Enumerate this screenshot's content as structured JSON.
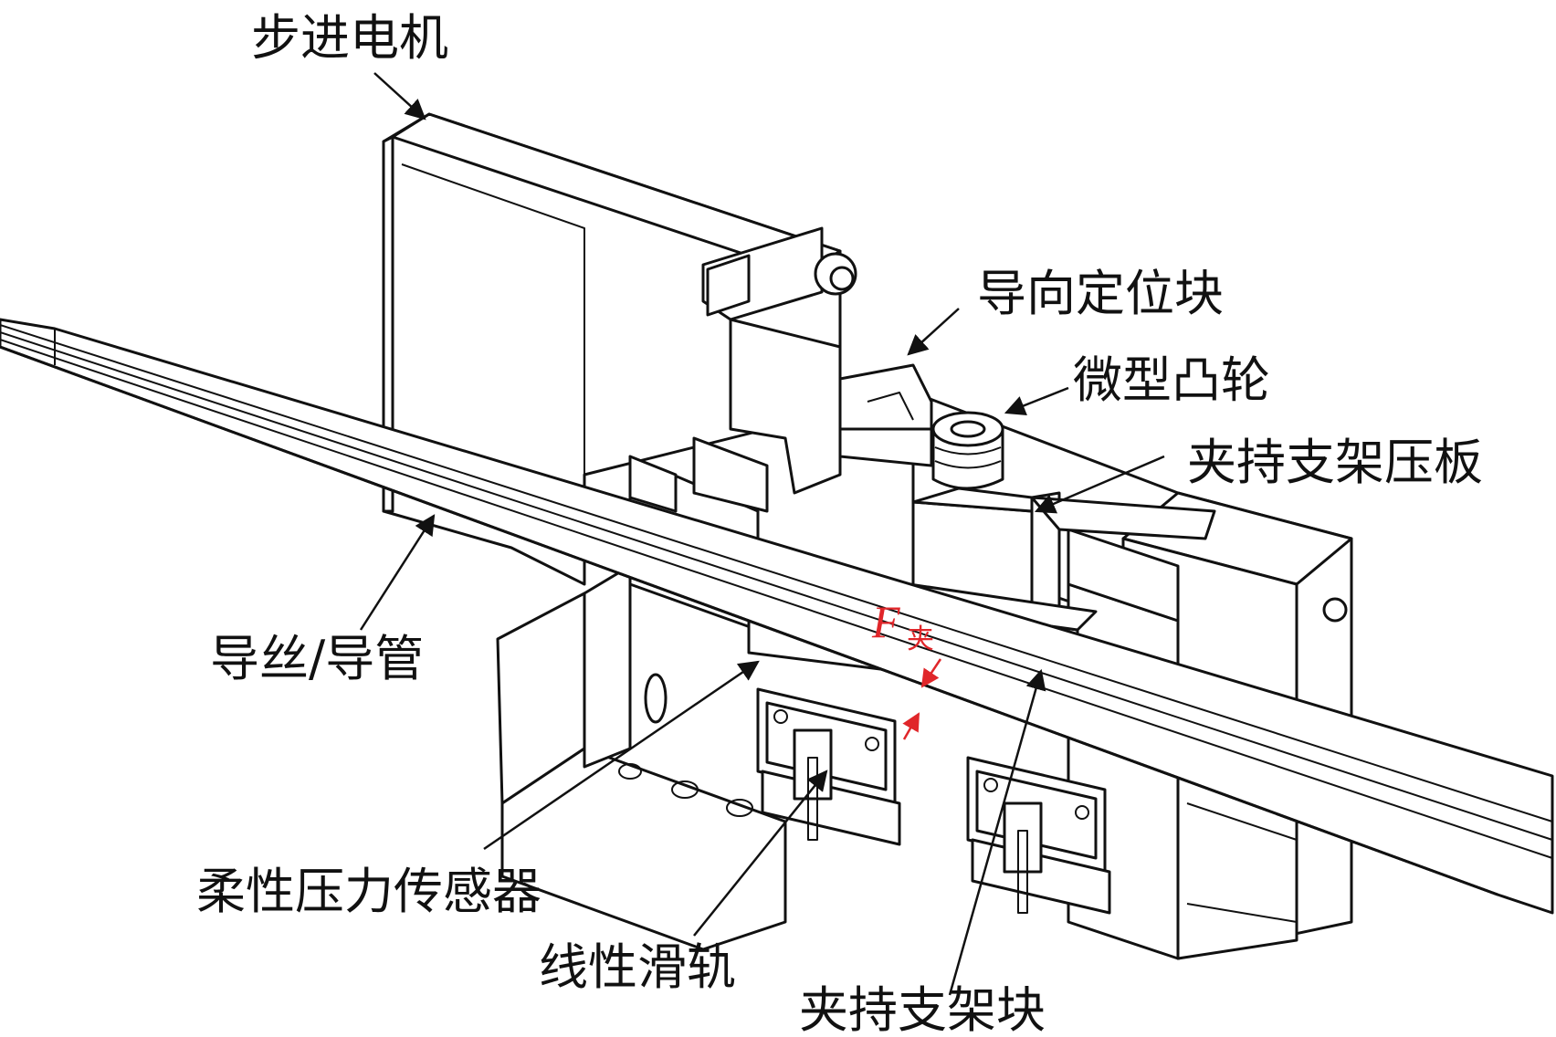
{
  "labels": {
    "stepper_motor": "步进电机",
    "guide_block": "导向定位块",
    "micro_cam": "微型凸轮",
    "clamp_plate": "夹持支架压板",
    "guidewire": "导丝/导管",
    "pressure_sensor": "柔性压力传感器",
    "linear_rail": "线性滑轨",
    "clamp_block": "夹持支架块"
  },
  "force": {
    "symbol": "F",
    "subscript": "夹",
    "color": "#e0262a"
  },
  "colors": {
    "line": "#111111",
    "background": "#ffffff",
    "accent": "#e0262a"
  }
}
